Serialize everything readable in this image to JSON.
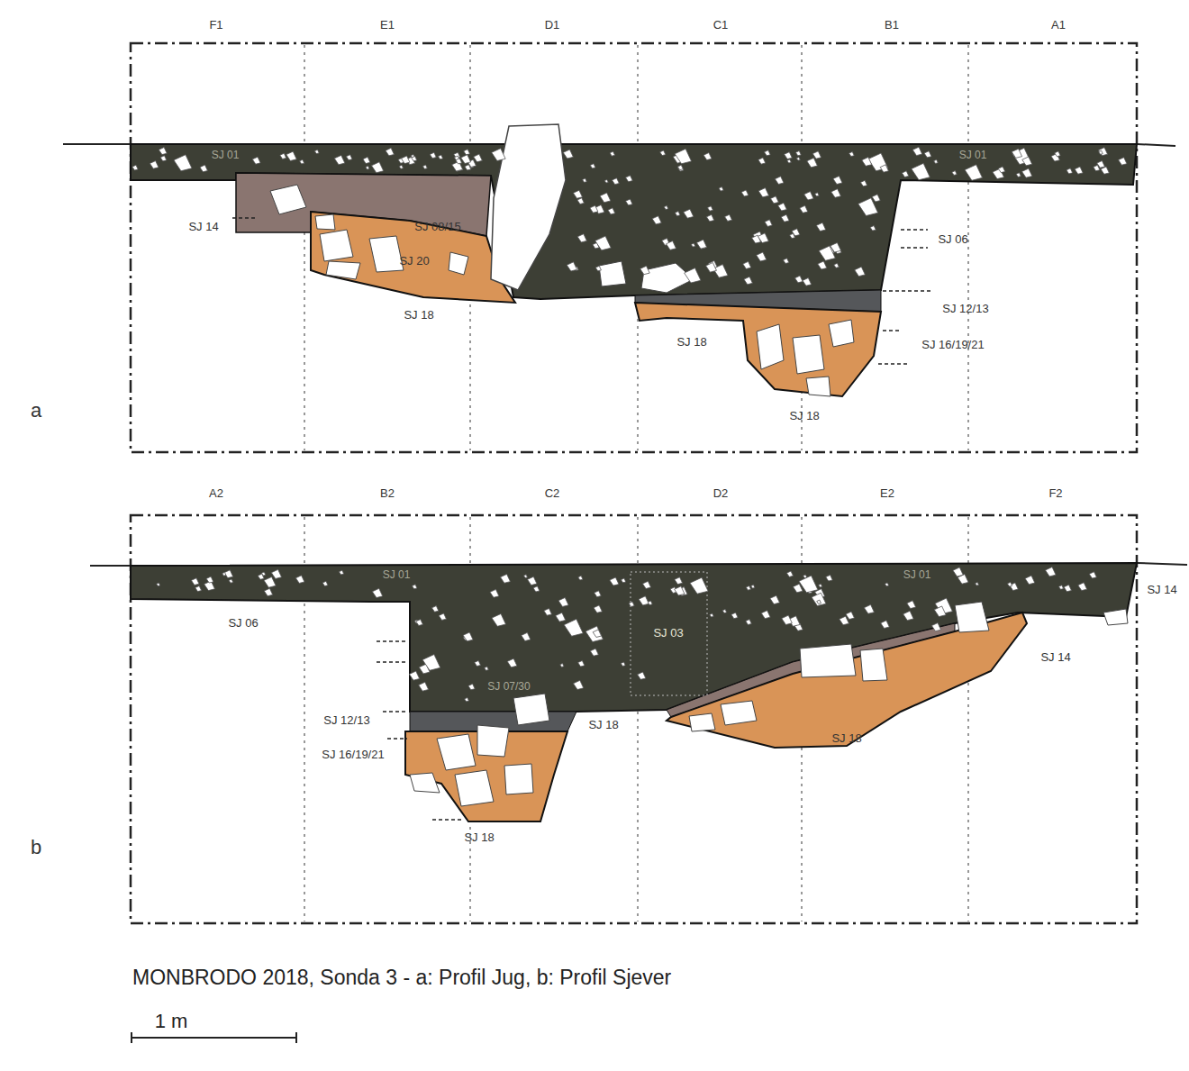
{
  "diagram": {
    "caption": "MONBRODO 2018, Sonda 3 - a: Profil Jug, b: Profil Sjever",
    "labels": [
      "F1",
      "E1",
      "D1",
      "C1",
      "B1",
      "A1",
      "SJ 01",
      "SJ 01",
      "SJ 14",
      "SJ 08/15",
      "SJ 20",
      "SJ 18",
      "SJ 06",
      "SJ 12/13",
      "SJ 16/19/21",
      "SJ 18",
      "SJ 18",
      "a",
      "A2",
      "B2",
      "C2",
      "D2",
      "E2",
      "F2",
      "SJ 01",
      "SJ 01",
      "SJ 07/30",
      "SJ 03",
      "SJ 06",
      "SJ 14",
      "SJ 14",
      "SJ 12/13",
      "SJ 16/19/21",
      "SJ 18",
      "SJ 18",
      "SJ 18",
      "b",
      "1 m"
    ]
  }
}
